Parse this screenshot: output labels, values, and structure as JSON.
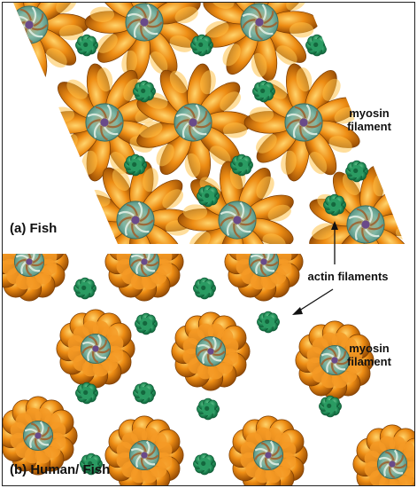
{
  "panels": [
    {
      "label": "(a)  Fish"
    },
    {
      "label": "(b) Human/ Fish"
    }
  ],
  "annotations": {
    "myosin_a_line1": "myosin",
    "myosin_a_line2": "filament",
    "actin": "actin filaments",
    "myosin_b_line1": "myosin",
    "myosin_b_line2": "filament"
  },
  "colors": {
    "myosin_head": "#e8840c",
    "myosin_highlight": "#ffd36b",
    "myosin_shadow": "#8a4302",
    "backbone": "#7fb7a6",
    "actin": "#1f8a55",
    "actin_dark": "#0f5a35"
  }
}
